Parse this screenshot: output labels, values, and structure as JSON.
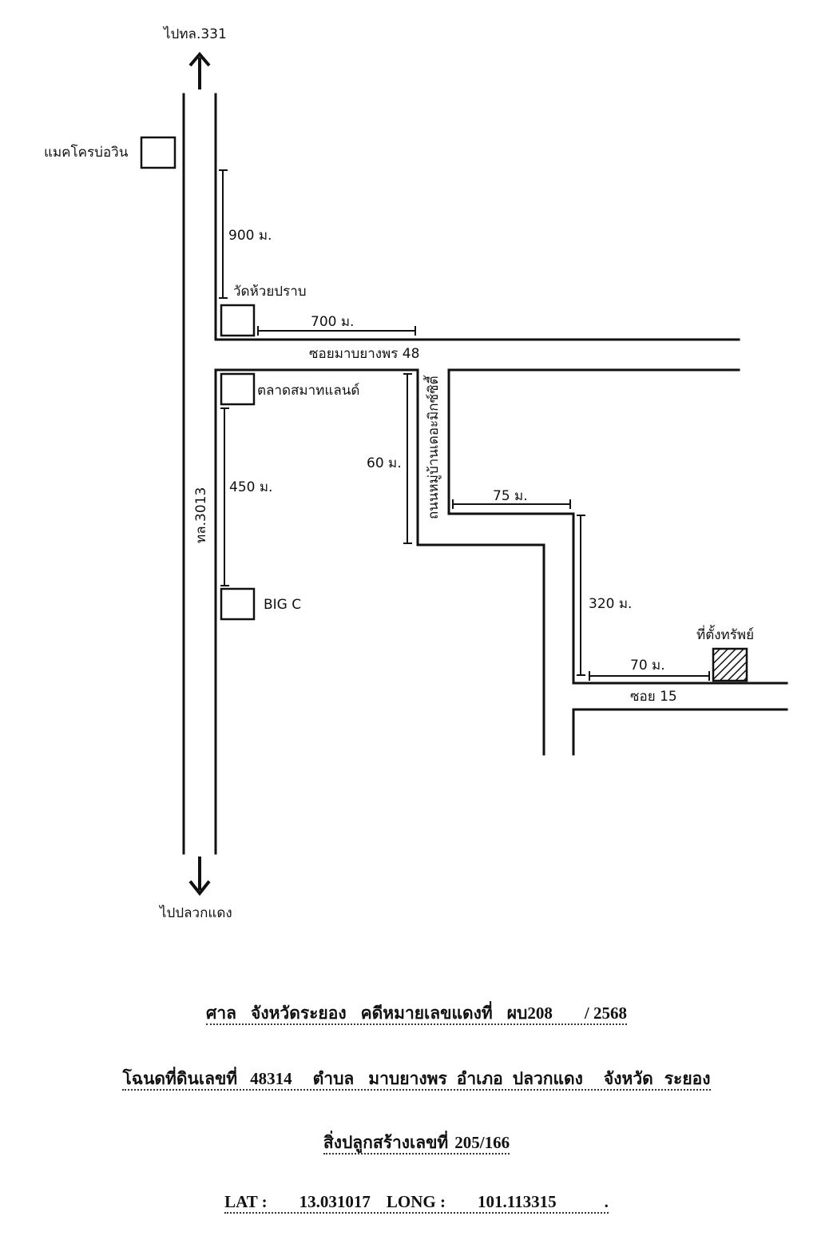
{
  "map": {
    "north_destination": "ไปทล.331",
    "south_destination": "ไปปลวกแดง",
    "main_road": "ทล.3013",
    "cross_road": "ซอยมาบยางพร 48",
    "village_road": "ถนนหมู่บ้านเดอะมิกซ์ซิตี้",
    "small_road": "ซอย 15",
    "landmarks": {
      "makro": "แมคโครบ่อวิน",
      "temple": "วัดห้วยปราบ",
      "market": "ตลาดสมาทแลนด์",
      "bigc": "BIG C",
      "property": "ที่ตั้งทรัพย์"
    },
    "distances": {
      "makro_to_temple": "900 ม.",
      "temple_to_village_road": "700 ม.",
      "market_to_bigc": "450 ม.",
      "village_road_segment": "60 ม.",
      "jog": "75 ม.",
      "down_to_soi15": "320 ม.",
      "to_property": "70 ม."
    }
  },
  "footer": {
    "court_label": "ศาล",
    "court_province": "จังหวัดระยอง",
    "case_label": "คดีหมายเลขแดงที่",
    "case_number": "ผบ208",
    "case_year": "/ 2568",
    "deed_label": "โฉนดที่ดินเลขที่",
    "deed_number": "48314",
    "subdistrict_label": "ตำบล",
    "subdistrict": "มาบยางพร",
    "district_label": "อำเภอ",
    "district": "ปลวกแดง",
    "province_label": "จังหวัด",
    "province": "ระยอง",
    "building_label": "สิ่งปลูกสร้างเลขที่",
    "building_number": "205/166",
    "lat_label": "LAT :",
    "lat": "13.031017",
    "long_label": "LONG :",
    "long": "101.113315",
    "end_mark": "."
  }
}
